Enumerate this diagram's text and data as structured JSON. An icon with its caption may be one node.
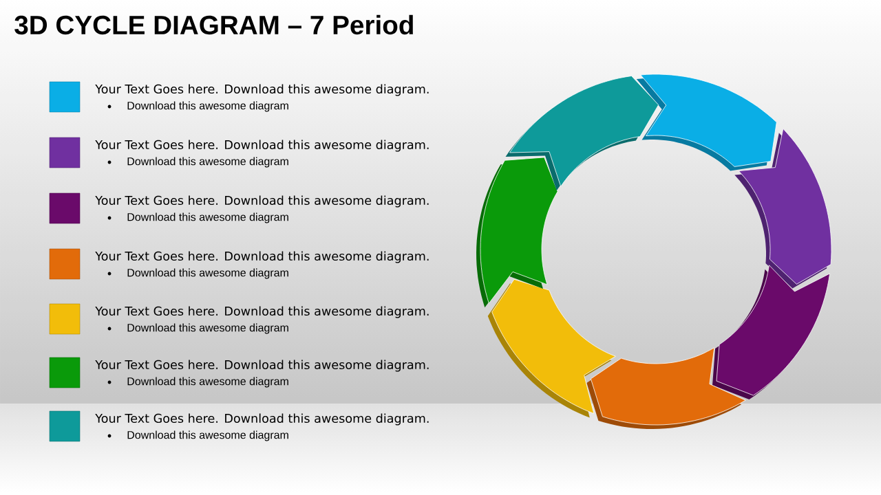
{
  "diagram": {
    "title": "3D CYCLE DIAGRAM – 7 Period",
    "legend": [
      {
        "text": "Your Text Goes here. Download this awesome diagram.",
        "color": "#0aaee6"
      },
      {
        "text": "Your Text Goes here. Download this awesome diagram.",
        "color": "#7030a0"
      },
      {
        "text": "Your Text Goes here. Download this awesome diagram.",
        "color": "#6a0a6a"
      },
      {
        "text": "Your Text Goes here. Download this awesome diagram.",
        "color": "#e26b0a"
      },
      {
        "text": "Your Text Goes here. Download this awesome diagram.",
        "color": "#f2bd0a"
      },
      {
        "text": "Your Text Goes here. Download this awesome diagram.",
        "color": "#0a9a0a"
      },
      {
        "text": "Your Text Goes here. Download this awesome diagram.",
        "color": "#0e9a9a"
      }
    ],
    "labels": [
      "Download this awesome diagram",
      "Download this awesome diagram",
      "Download this awesome diagram",
      "Download this awesome diagram",
      "Download this awesome diagram",
      "Download this awesome diagram",
      "Download this awesome diagram"
    ]
  }
}
